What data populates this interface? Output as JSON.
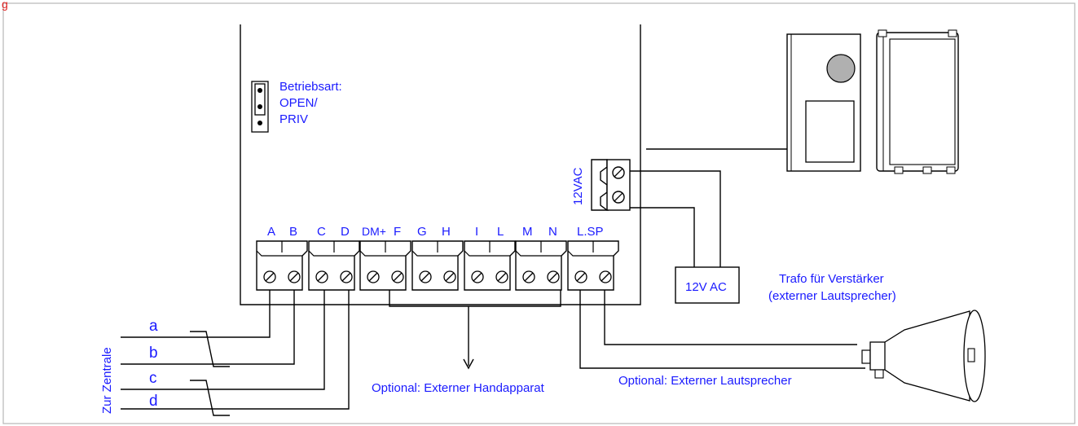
{
  "corner_label": "g",
  "jumper": {
    "title": "Betriebsart:",
    "line1": "OPEN/",
    "line2": "PRIV"
  },
  "terminals": [
    {
      "labels": [
        "A",
        "B"
      ]
    },
    {
      "labels": [
        "C",
        "D"
      ]
    },
    {
      "labels": [
        "DM+",
        "F"
      ]
    },
    {
      "labels": [
        "G",
        "H"
      ]
    },
    {
      "labels": [
        "I",
        "L"
      ]
    },
    {
      "labels": [
        "M",
        "N"
      ]
    },
    {
      "labels": [
        "L.SP"
      ]
    }
  ],
  "power_terminal_label": "12VAC",
  "transformer": {
    "box_label": "12V AC",
    "caption1": "Trafo für Verstärker",
    "caption2": "(externer Lautsprecher)"
  },
  "line_labels": [
    "a",
    "b",
    "c",
    "d"
  ],
  "zentrale_label": "Zur Zentrale",
  "optional_handset": "Optional: Externer Handapparat",
  "optional_speaker": "Optional: Externer Lautsprecher",
  "colors": {
    "label": "#1a1aff",
    "wire": "#000000",
    "corner": "#e02020"
  }
}
